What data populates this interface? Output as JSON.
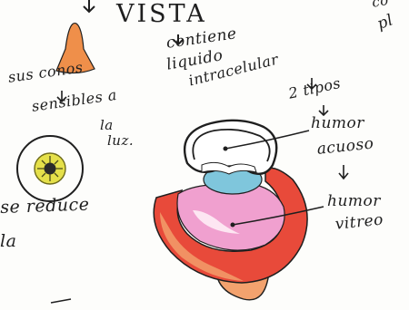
{
  "title": "VISTA",
  "notes": {
    "contiene": "contiene",
    "liquido": "liquido",
    "intracelular": "intracelular",
    "tipos": "2 tipos",
    "humor_1": "humor",
    "acuoso": "acuoso",
    "humor_2": "humor",
    "vitreo": "vitreo",
    "sus_conos": "sus conos",
    "sensibles": "sensibles a",
    "la": "la",
    "luz": "luz.",
    "se_reduce": "se reduce",
    "la_fragment": "la",
    "pl_fragment": "pl",
    "co_fragment": "co"
  },
  "colors": {
    "ink": "#1f1f1f",
    "cone_orange": "#ef8f4a",
    "sclera_red": "#e84a3a",
    "vitreous_pink": "#f0a0cf",
    "lens_blue": "#7fc6dc",
    "iris_yellow": "#e5e04a",
    "skin_orange": "#f3a26e"
  },
  "icons": [
    "cone-cell-icon",
    "iris-icon",
    "eye-cross-section-icon",
    "arrow-down-icon"
  ]
}
